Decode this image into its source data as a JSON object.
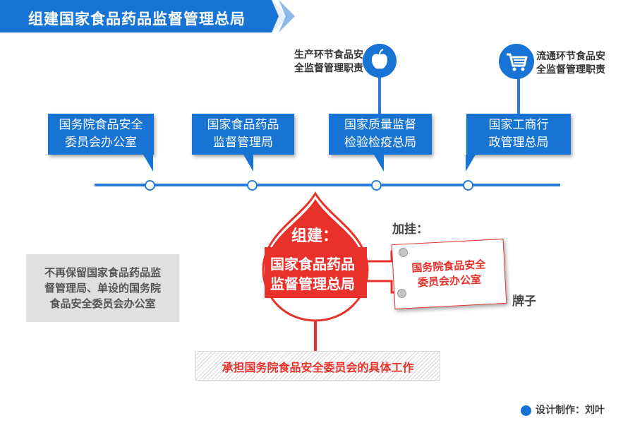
{
  "header": {
    "title": "组建国家食品药品监督管理总局",
    "color": "#1774d4"
  },
  "timeline": {
    "boxes": [
      {
        "line1": "国务院食品安全",
        "line2": "委员会办公室"
      },
      {
        "line1": "国家食品药品",
        "line2": "监督管理局"
      },
      {
        "line1": "国家质量监督",
        "line2": "检验检疫总局"
      },
      {
        "line1": "国家工商行",
        "line2": "政管理总局"
      }
    ],
    "production_label": {
      "line1": "生产环节食品安",
      "line2": "全监督管理职责",
      "icon": "apple-icon"
    },
    "circulation_label": {
      "line1": "流通环节食品安",
      "line2": "全监督管理职责",
      "icon": "shopping-cart-icon"
    }
  },
  "note": {
    "line1": "不再保留国家食品药品监",
    "line2": "督管理局、单设的国务院",
    "line3": "食品安全委员会办公室"
  },
  "drop": {
    "heading": "组建：",
    "line1": "国家食品药品",
    "line2": "监督管理总局",
    "color": "#e8312b"
  },
  "card": {
    "label_top": "加挂：",
    "line1": "国务院食品安全",
    "line2": "委员会办公室",
    "label_right": "牌子"
  },
  "banner": {
    "text": "承担国务院食品安全委员会的具体工作"
  },
  "credit": {
    "text": "设计制作：刘叶"
  }
}
